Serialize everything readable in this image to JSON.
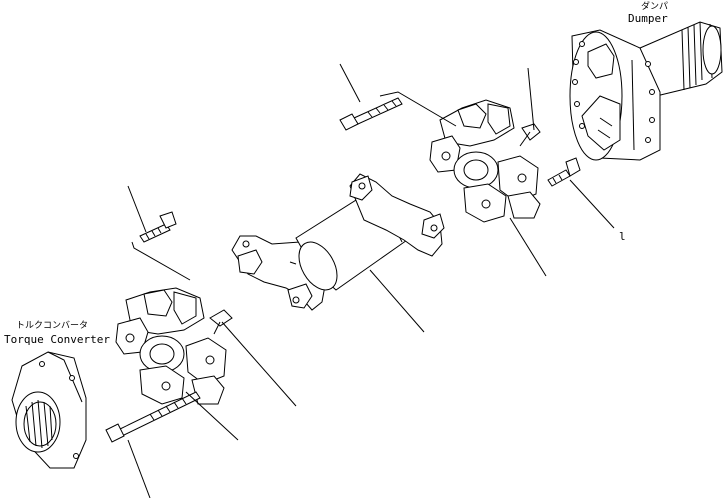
{
  "labels": {
    "damper_jp": "ダンパ",
    "damper_en": "Dumper",
    "torque_jp": "トルクコンバータ",
    "torque_en": "Torque Converter"
  },
  "callouts": {
    "right_mark": "l"
  }
}
